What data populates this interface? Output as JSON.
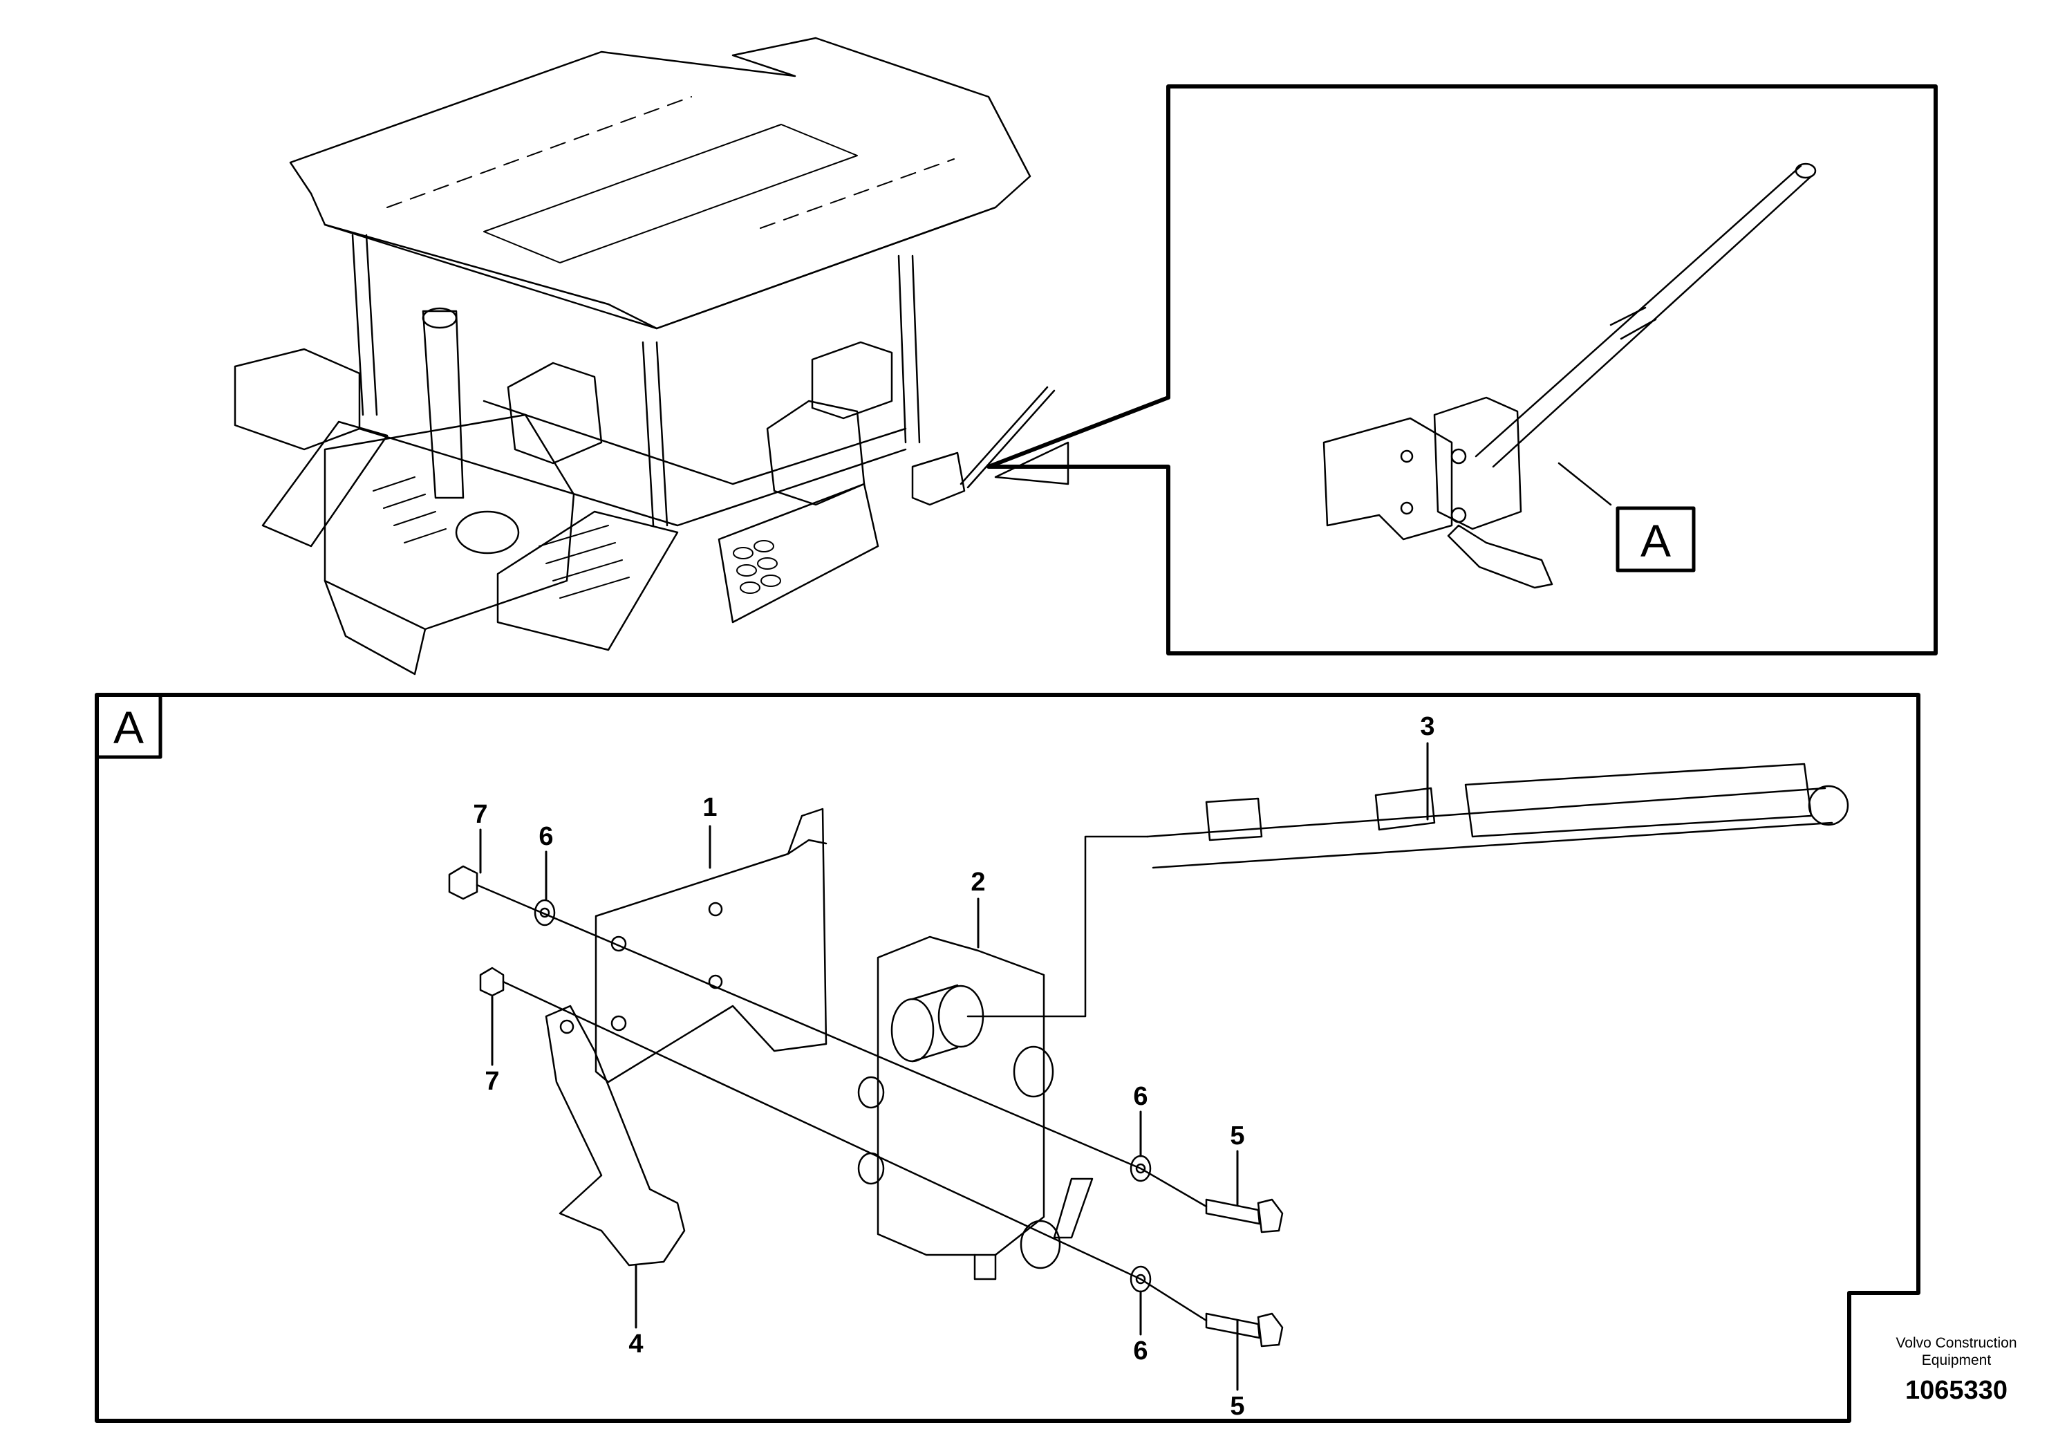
{
  "view_label_detail": "A",
  "view_label_section": "A",
  "callouts": {
    "bracket": "1",
    "valve_body": "2",
    "lever": "3",
    "guard": "4",
    "bolt_upper": "5",
    "bolt_lower": "5",
    "washer_left": "6",
    "washer_right_upper": "6",
    "washer_right_lower": "6",
    "nut_upper": "7",
    "nut_lower": "7"
  },
  "credit": {
    "line1": "Volvo Construction",
    "line2": "Equipment",
    "number": "1065330"
  },
  "colors": {
    "line": "#000000",
    "background": "#ffffff"
  }
}
